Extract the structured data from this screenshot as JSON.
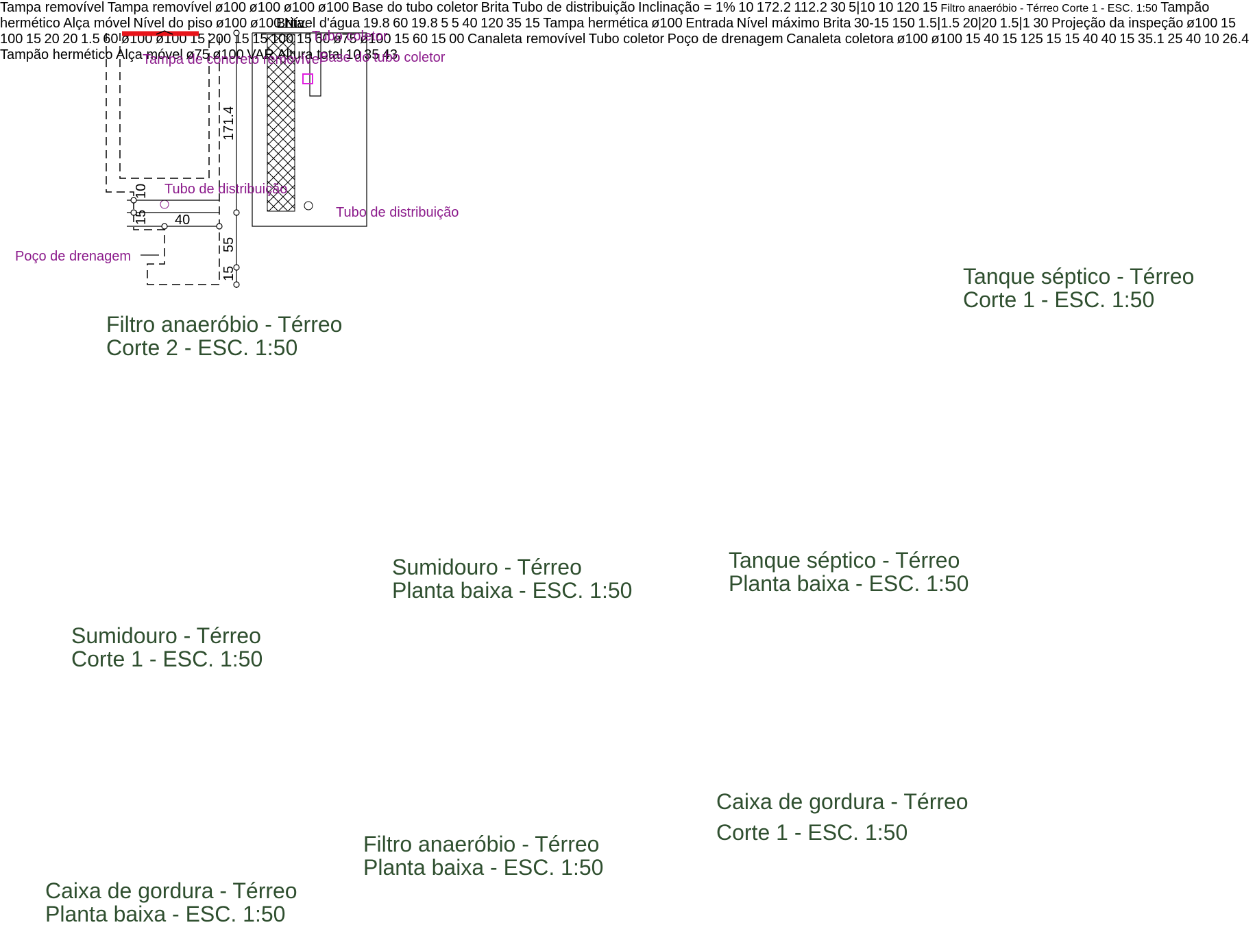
{
  "colors": {
    "title": "#2f4f2f",
    "label": "#8b1a8b",
    "label_alt": "#e020e0",
    "cap": "#e8141a",
    "ink": "#000000"
  },
  "drawings": {
    "filtro_corte2": {
      "title_line1": "Filtro anaeróbio - Térreo",
      "title_line2": "Corte 2 - ESC. 1:50",
      "labels": {
        "brita": "Brita",
        "tubo_coletor": "Tubo coletor",
        "tampa": "Tampa de concreto removível",
        "base": "Base do tubo coletor",
        "tubo_dist1": "Tubo de distribuição",
        "tubo_dist2": "Tubo de distribuição",
        "poco": "Poço de drenagem"
      },
      "dims": {
        "d1714": "171.4",
        "d10": "10",
        "d15a": "15",
        "d40": "40",
        "d55": "55",
        "d15b": "15"
      }
    },
    "filtro_corte1": {
      "title_line1": "Filtro anaeróbio - Térreo",
      "title_line2": "Corte 1 - ESC. 1:50",
      "labels": {
        "tampa1": "Tampa removível",
        "tampa2": "Tampa removível",
        "phi_left": "ø100",
        "phi_mid": "ø100",
        "phi_right": "ø100",
        "phi_bottom": "ø100",
        "base": "Base do tubo coletor",
        "brita": "Brita",
        "tubo_dist": "Tubo de distribuição",
        "inclinacao": "Inclinação = 1%"
      },
      "dims": {
        "d10": "10",
        "d172": "172.2",
        "d112": "112.2",
        "d30": "30",
        "d510": "5|10",
        "d10b": "10",
        "d120": "120",
        "d15": "15"
      }
    },
    "tanque_corte1": {
      "title_line1": "Tanque séptico - Térreo",
      "title_line2": "Corte 1 - ESC. 1:50",
      "labels": {
        "tampao": "Tampão hermético",
        "alca": "Alça móvel",
        "nivel_piso": "Nível do piso",
        "phi_left": "ø100",
        "phi_right": "ø100",
        "nivel_agua": "Nível d'água"
      },
      "dims": {
        "d198a": "19.8",
        "d60": "60",
        "d198b": "19.8",
        "d5a": "5",
        "d5b": "5",
        "d40": "40",
        "d120": "120",
        "d35": "35",
        "d15": "15"
      }
    },
    "sumidouro_corte1": {
      "title_line1": "Sumidouro - Térreo",
      "title_line2": "Corte 1 - ESC. 1:50",
      "labels": {
        "tampa": "Tampa hermética",
        "phi": "ø100",
        "entrada": "Entrada",
        "nivel": "Nível máximo",
        "brita": "Brita"
      },
      "dims": {
        "d30_15": "30-15",
        "d150": "150",
        "d1515": "1.5|1.5",
        "d2020": "20|20",
        "d151": "1.5|1",
        "d30": "30"
      }
    },
    "sumidouro_planta": {
      "title_line1": "Sumidouro - Térreo",
      "title_line2": "Planta baixa - ESC. 1:50",
      "labels": {
        "projecao": "Projeção da inspeção",
        "phi": "ø100"
      },
      "dims": {
        "d15a": "15",
        "d100": "100",
        "d15b": "15",
        "d20a": "20",
        "d20b": "20",
        "d15c": "1.5",
        "d60": "60"
      }
    },
    "tanque_planta": {
      "title_line1": "Tanque séptico - Térreo",
      "title_line2": "Planta baixa - ESC. 1:50",
      "labels": {
        "phi_left": "ø100",
        "phi_right": "ø100"
      },
      "dims": {
        "d15a": "15",
        "d200": "200",
        "d15b": "15",
        "d15c": "15",
        "d100": "100",
        "d15d": "15",
        "d60": "60"
      }
    },
    "caixa_planta": {
      "title_line1": "Caixa de gordura - Térreo",
      "title_line2": "Planta baixa - ESC. 1:50",
      "labels": {
        "phi75": "ø75",
        "phi100": "ø100"
      },
      "dims": {
        "d15a": "15",
        "d60": "60",
        "d15b": "15"
      }
    },
    "filtro_planta": {
      "title_line1": "Filtro anaeróbio - Térreo",
      "title_line2": "Planta baixa - ESC. 1:50",
      "labels": {
        "phi_left": "00",
        "canaleta1": "Canaleta removível",
        "tubo": "Tubo coletor",
        "poco": "Poço de drenagem",
        "canaleta2": "Canaleta coletora",
        "phi_right": "ø100",
        "phi_bottom": "ø100"
      },
      "dims": {
        "d15a": "15",
        "d40": "40",
        "d15b": "15",
        "d125": "125",
        "d15c": "15",
        "v15a": "15",
        "v40a": "40",
        "v40b": "40",
        "v15b": "15",
        "d351": "35.1",
        "d25": "25",
        "d40c": "40",
        "d10": "10",
        "d264": "26.4"
      }
    },
    "caixa_corte1": {
      "title_line1": "Caixa de gordura - Térreo",
      "title_line2": "Corte 1 - ESC. 1:50",
      "labels": {
        "tampao": "Tampão hermético",
        "alca": "Alça móvel",
        "phi75": "ø75",
        "phi100": "ø100",
        "var": "VAR",
        "altura": "Altura total"
      },
      "dims": {
        "d10": "10",
        "d35": "35",
        "d43": "43"
      }
    }
  }
}
